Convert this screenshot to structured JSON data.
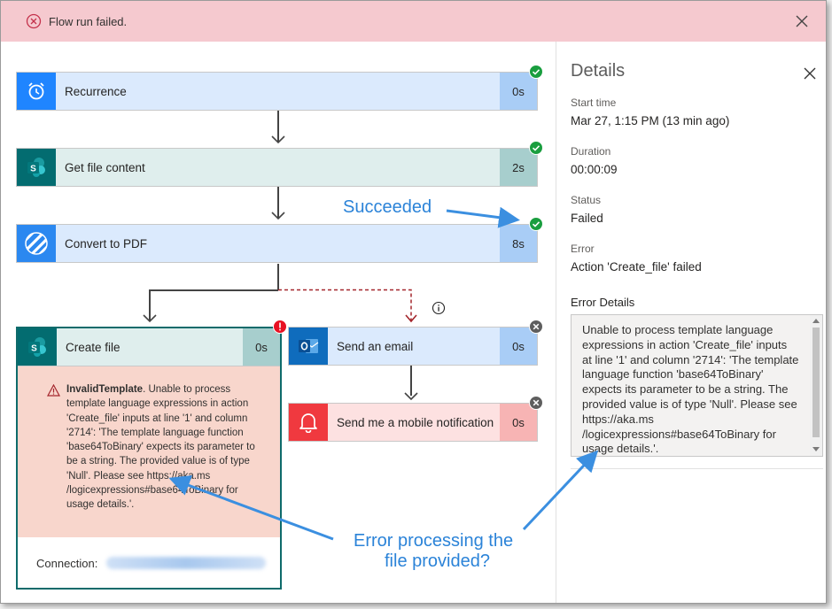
{
  "banner": {
    "message": "Flow run failed.",
    "icon": "error-circle-icon",
    "close_icon": "close-icon",
    "bg_color": "#f5c9cf"
  },
  "flow": {
    "steps": {
      "recurrence": {
        "title": "Recurrence",
        "duration": "0s",
        "icon": "clock-icon",
        "status": "succeeded"
      },
      "get_file": {
        "title": "Get file content",
        "duration": "2s",
        "icon": "sharepoint-icon",
        "status": "succeeded"
      },
      "convert": {
        "title": "Convert to PDF",
        "duration": "8s",
        "icon": "convert-stripes-icon",
        "status": "succeeded"
      },
      "create_file": {
        "title": "Create file",
        "duration": "0s",
        "icon": "sharepoint-icon",
        "status": "failed",
        "error_code": "InvalidTemplate",
        "error_message": ". Unable to process template language expressions in action 'Create_file' inputs at line '1' and column '2714': 'The template language function 'base64ToBinary' expects its parameter to be a string. The provided value is of type 'Null'. Please see https://aka.ms /logicexpressions#base64ToBinary for usage details.'.",
        "connection_label": "Connection:"
      },
      "send_email": {
        "title": "Send an email",
        "duration": "0s",
        "icon": "outlook-icon",
        "status": "skipped"
      },
      "mobile_notification": {
        "title": "Send me a mobile notification",
        "duration": "0s",
        "icon": "bell-icon",
        "status": "skipped"
      }
    },
    "colors": {
      "recurrence_icon": "#1f85ff",
      "recurrence_body": "#dbeafd",
      "recurrence_dur": "#a9cdf6",
      "sp_icon": "#036c70",
      "sp_body": "#dfeeed",
      "sp_dur": "#a7cecd",
      "convert_icon": "#2b88f0",
      "outlook_icon": "#0f6cbd",
      "bell_icon": "#f0393f",
      "bell_body": "#fde1e1",
      "bell_dur": "#f7b4b4",
      "success": "#1a9e3f",
      "failure": "#e81123",
      "skipped": "#5e5e5e"
    }
  },
  "details": {
    "title": "Details",
    "start_time_label": "Start time",
    "start_time_value": "Mar 27, 1:15 PM (13 min ago)",
    "duration_label": "Duration",
    "duration_value": "00:00:09",
    "status_label": "Status",
    "status_value": "Failed",
    "error_label": "Error",
    "error_value": "Action 'Create_file' failed",
    "error_details_label": "Error Details",
    "error_details_text": "Unable to process template language expressions in action 'Create_file' inputs at line '1' and column '2714': 'The template language function 'base64ToBinary' expects its parameter to be a string. The provided value is of type 'Null'. Please see https://aka.ms /logicexpressions#base64ToBinary for usage details.'."
  },
  "annotations": {
    "succeeded": "Succeeded",
    "error_line1": "Error processing the",
    "error_line2": "file provided?",
    "color": "#2b83d8"
  }
}
